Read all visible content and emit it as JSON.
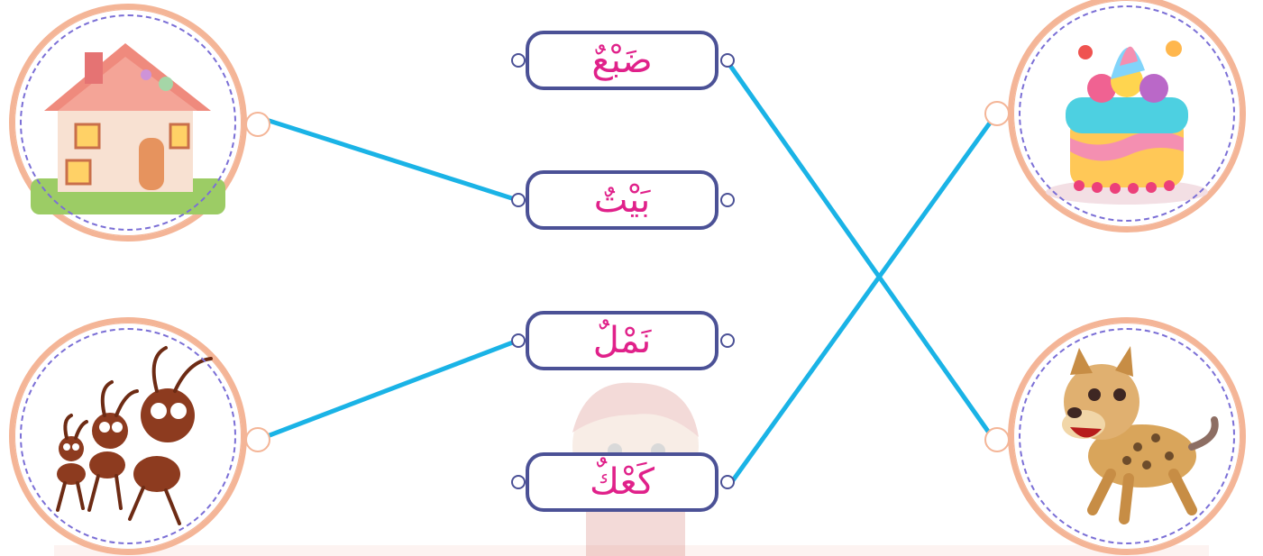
{
  "words": [
    {
      "id": "dabun",
      "text": "ضَبْعٌ"
    },
    {
      "id": "baytun",
      "text": "بَيْتٌ"
    },
    {
      "id": "namlun",
      "text": "نَمْلٌ"
    },
    {
      "id": "kaakun",
      "text": "كَعْكٌ"
    }
  ],
  "images": [
    {
      "id": "house",
      "icon": "house-picture"
    },
    {
      "id": "ants",
      "icon": "ants-picture"
    },
    {
      "id": "cake",
      "icon": "cake-picture"
    },
    {
      "id": "hyena",
      "icon": "hyena-picture"
    }
  ],
  "matches": [
    {
      "word": "baytun",
      "image": "house"
    },
    {
      "word": "namlun",
      "image": "ants"
    },
    {
      "word": "dabun",
      "image": "hyena"
    },
    {
      "word": "kaakun",
      "image": "cake"
    }
  ],
  "colors": {
    "line": "#1ab3e6",
    "word_text": "#e0218a",
    "box_border": "#4b5196",
    "card_ring": "#f4b597",
    "card_dash": "#7b6fd6"
  }
}
